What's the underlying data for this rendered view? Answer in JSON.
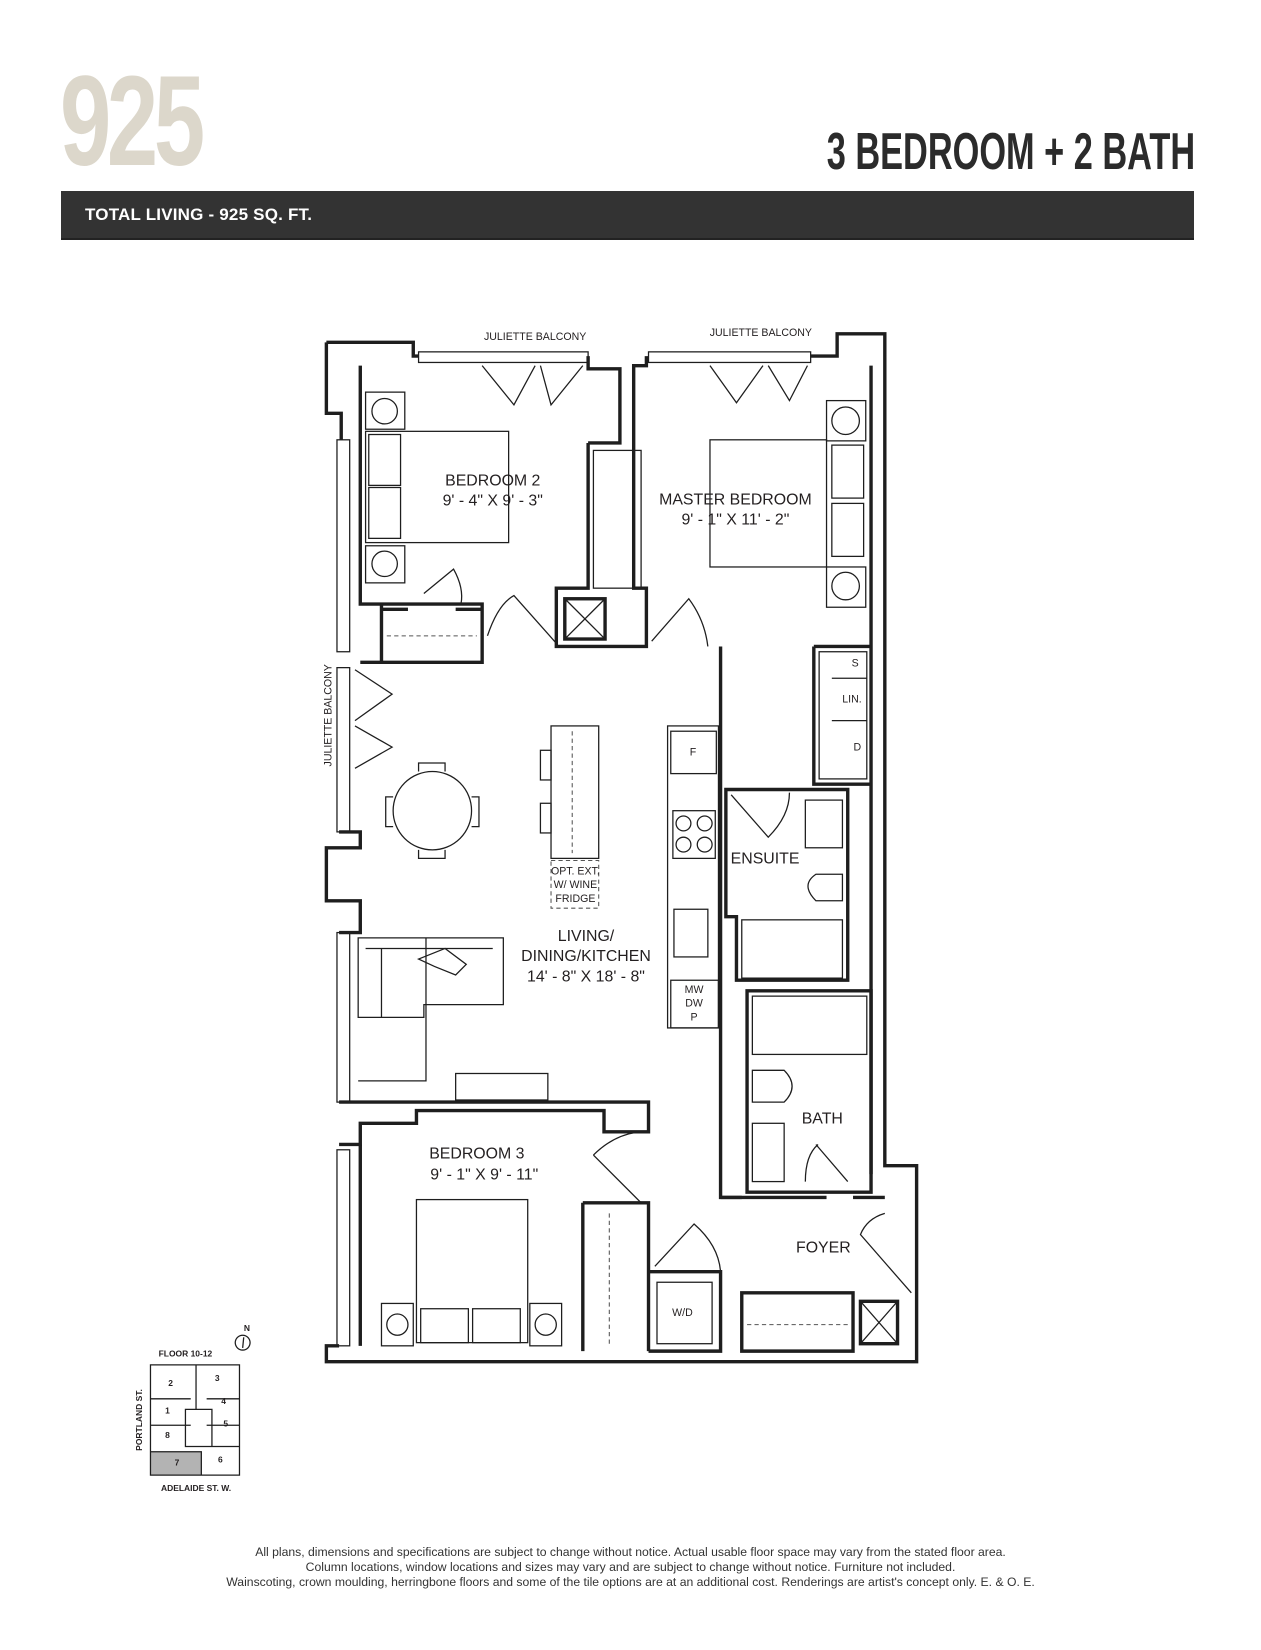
{
  "header": {
    "unit_number": "925",
    "unit_type": "3 BEDROOM + 2 BATH",
    "total_living": "TOTAL LIVING - 925 SQ. FT."
  },
  "plan": {
    "balcony_top_left": "JULIETTE BALCONY",
    "balcony_top_right": "JULIETTE BALCONY",
    "balcony_left": "JULIETTE BALCONY",
    "bedroom2": {
      "name": "BEDROOM 2",
      "size": "9' - 4\" X 9' - 3\""
    },
    "master": {
      "name": "MASTER BEDROOM",
      "size": "9' - 1\" X 11' - 2\""
    },
    "living": {
      "name1": "LIVING/",
      "name2": "DINING/KITCHEN",
      "size": "14' - 8\" X 18' - 8\""
    },
    "bedroom3": {
      "name": "BEDROOM 3",
      "size": "9' - 1\" X 9' - 11\""
    },
    "ensuite": "ENSUITE",
    "bath": "BATH",
    "foyer": "FOYER",
    "wd": "W/D",
    "linen": {
      "s": "S",
      "lin": "LIN.",
      "d": "D"
    },
    "fridge": "F",
    "appliances": {
      "mw": "MW",
      "dw": "DW",
      "p": "P"
    },
    "island_note": {
      "l1": "OPT. EXT.",
      "l2": "W/ WINE",
      "l3": "FRIDGE"
    }
  },
  "key_plan": {
    "floor": "FLOOR 10-12",
    "north": "N",
    "street_west": "PORTLAND ST.",
    "street_south": "ADELAIDE ST. W.",
    "units": [
      "2",
      "3",
      "1",
      "4",
      "5",
      "8",
      "7",
      "6"
    ],
    "highlight_color": "#b3b3b3"
  },
  "footer": {
    "line1": "All plans, dimensions and specifications are subject to change without notice. Actual usable floor space may vary from the stated floor area.",
    "line2": "Column locations, window locations and sizes may vary and are subject to change without notice. Furniture not included.",
    "line3": "Wainscoting, crown moulding, herringbone floors and some of the tile options are at an additional cost. Renderings are artist's concept only. E. & O. E."
  }
}
